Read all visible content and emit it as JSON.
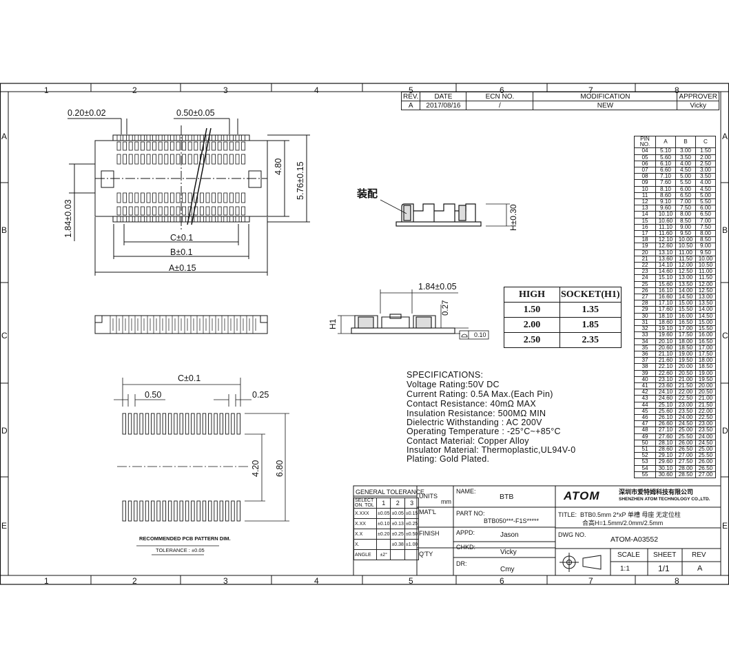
{
  "zones": {
    "columns": [
      "1",
      "2",
      "3",
      "4",
      "5",
      "6",
      "7",
      "8"
    ],
    "rows": [
      "A",
      "B",
      "C",
      "D",
      "E"
    ]
  },
  "revision": {
    "headers": [
      "REV.",
      "DATE",
      "ECN NO.",
      "MODIFICATION",
      "APPROVER"
    ],
    "row": [
      "A",
      "2017/08/16",
      "/",
      "NEW",
      "Vicky"
    ]
  },
  "dimensions": {
    "pitch_width": "0.20±0.02",
    "pitch": "0.50±0.05",
    "height_480": "4.80",
    "height_576": "5.76±0.15",
    "height_184": "1.84±0.03",
    "dim_c": "C±0.1",
    "dim_b": "B±0.1",
    "dim_a": "A±0.15",
    "assembly_label": "装配",
    "h_030": "H±0.30",
    "w_184": "1.84±0.05",
    "h_027": "0.27",
    "h1": "H1",
    "flatness": "0.10",
    "pcb_c": "C±0.1",
    "pcb_050": "0.50",
    "pcb_025": "0.25",
    "pcb_420": "4.20",
    "pcb_680": "6.80",
    "pcb_title": "RECOMMENDED PCB PATTERN DIM.",
    "pcb_tol": "TOLERANCE : ±0.05"
  },
  "socket_table": {
    "headers": [
      "HIGH",
      "SOCKET(H1)"
    ],
    "rows": [
      [
        "1.50",
        "1.35"
      ],
      [
        "2.00",
        "1.85"
      ],
      [
        "2.50",
        "2.35"
      ]
    ]
  },
  "specifications": [
    "SPECIFICATIONS:",
    "Voltage Rating:50V DC",
    "Current Rating: 0.5A Max.(Each Pin)",
    "Contact Resistance: 40mΩ MAX",
    "Insulation Resistance: 500MΩ MIN",
    "Dielectric Withstanding : AC 200V",
    "Operating Temperature : -25°C~+85°C",
    "Contact Material: Copper Alloy",
    "Insulator Material: Thermoplastic,UL94V-0",
    "Plating: Gold Plated."
  ],
  "pin_table": {
    "headers": [
      "PIN NO.",
      "A",
      "B",
      "C"
    ],
    "rows": [
      [
        "04",
        "5.10",
        "3.00",
        "1.50"
      ],
      [
        "05",
        "5.60",
        "3.50",
        "2.00"
      ],
      [
        "06",
        "6.10",
        "4.00",
        "2.50"
      ],
      [
        "07",
        "6.60",
        "4.50",
        "3.00"
      ],
      [
        "08",
        "7.10",
        "5.00",
        "3.50"
      ],
      [
        "09",
        "7.60",
        "5.50",
        "4.00"
      ],
      [
        "10",
        "8.10",
        "6.00",
        "4.50"
      ],
      [
        "11",
        "8.60",
        "6.50",
        "5.00"
      ],
      [
        "12",
        "9.10",
        "7.00",
        "5.50"
      ],
      [
        "13",
        "9.60",
        "7.50",
        "6.00"
      ],
      [
        "14",
        "10.10",
        "8.00",
        "6.50"
      ],
      [
        "15",
        "10.60",
        "8.50",
        "7.00"
      ],
      [
        "16",
        "11.10",
        "9.00",
        "7.50"
      ],
      [
        "17",
        "11.60",
        "9.50",
        "8.00"
      ],
      [
        "18",
        "12.10",
        "10.00",
        "8.50"
      ],
      [
        "19",
        "12.60",
        "10.50",
        "9.00"
      ],
      [
        "20",
        "13.10",
        "11.00",
        "9.50"
      ],
      [
        "21",
        "13.60",
        "11.50",
        "10.00"
      ],
      [
        "22",
        "14.10",
        "12.00",
        "10.50"
      ],
      [
        "23",
        "14.60",
        "12.50",
        "11.00"
      ],
      [
        "24",
        "15.10",
        "13.00",
        "11.50"
      ],
      [
        "25",
        "15.60",
        "13.50",
        "12.00"
      ],
      [
        "26",
        "16.10",
        "14.00",
        "12.50"
      ],
      [
        "27",
        "16.60",
        "14.50",
        "13.00"
      ],
      [
        "28",
        "17.10",
        "15.00",
        "13.50"
      ],
      [
        "29",
        "17.60",
        "15.50",
        "14.00"
      ],
      [
        "30",
        "18.10",
        "16.00",
        "14.50"
      ],
      [
        "31",
        "18.60",
        "16.50",
        "15.00"
      ],
      [
        "32",
        "19.10",
        "17.00",
        "15.50"
      ],
      [
        "33",
        "19.60",
        "17.50",
        "16.00"
      ],
      [
        "34",
        "20.10",
        "18.00",
        "16.50"
      ],
      [
        "35",
        "20.60",
        "18.50",
        "17.00"
      ],
      [
        "36",
        "21.10",
        "19.00",
        "17.50"
      ],
      [
        "37",
        "21.60",
        "19.50",
        "18.00"
      ],
      [
        "38",
        "22.10",
        "20.00",
        "18.50"
      ],
      [
        "39",
        "22.60",
        "20.50",
        "19.00"
      ],
      [
        "40",
        "23.10",
        "21.00",
        "19.50"
      ],
      [
        "41",
        "23.60",
        "21.50",
        "20.00"
      ],
      [
        "42",
        "24.10",
        "22.00",
        "20.50"
      ],
      [
        "43",
        "24.60",
        "22.50",
        "21.00"
      ],
      [
        "44",
        "25.10",
        "23.00",
        "21.50"
      ],
      [
        "45",
        "25.60",
        "23.50",
        "22.00"
      ],
      [
        "46",
        "26.10",
        "24.00",
        "22.50"
      ],
      [
        "47",
        "26.60",
        "24.50",
        "23.00"
      ],
      [
        "48",
        "27.10",
        "25.00",
        "23.50"
      ],
      [
        "49",
        "27.60",
        "25.50",
        "24.00"
      ],
      [
        "50",
        "28.10",
        "26.00",
        "24.50"
      ],
      [
        "51",
        "28.60",
        "26.50",
        "25.00"
      ],
      [
        "52",
        "29.10",
        "27.00",
        "25.50"
      ],
      [
        "53",
        "29.60",
        "27.50",
        "26.00"
      ],
      [
        "54",
        "30.10",
        "28.00",
        "26.50"
      ],
      [
        "55",
        "30.60",
        "28.50",
        "27.00"
      ]
    ]
  },
  "title_block": {
    "general_tolerance": "GENERAL TOLERANCE",
    "units": "UNITS",
    "mm": "mm",
    "select": "SELECT",
    "tol": "TOL",
    "on": "ON.",
    "cols": [
      "1",
      "2",
      "3"
    ],
    "tol_rows": [
      [
        "X.XXX",
        "±0.05",
        "±0.05",
        "±0.15"
      ],
      [
        "X.XX",
        "±0.10",
        "±0.13",
        "±0.25"
      ],
      [
        "X.X",
        "±0.20",
        "±0.25",
        "±0.50"
      ],
      [
        "X.",
        "",
        "±0.38",
        "±1.00"
      ],
      [
        "ANGLE",
        "±2°",
        "",
        ""
      ]
    ],
    "matl": "MAT'L",
    "finish": "FINISH",
    "qty": "Q'TY",
    "name_label": "NAME:",
    "name_value": "BTB",
    "part_no_label": "PART NO:",
    "part_no_value": "BTB050***-F1S*****",
    "appd_label": "APPD:",
    "appd_value": "Jason",
    "chkd_label": "CHKD:",
    "chkd_value": "Vicky",
    "dr_label": "DR:",
    "dr_value": "Cmy",
    "logo": "ATOM",
    "company_cn": "深圳市爱特姆科技有限公司",
    "company_en": "SHENZHEN ATOM TECHNOLOGY CO.,LTD.",
    "title_label": "TITLE:",
    "title_line1": "BTB0.5mm 2*xP 单槽 母座 无定位柱",
    "title_line2": "合高H=1.5mm/2.0mm/2.5mm",
    "dwg_label": "DWG NO.",
    "dwg_value": "ATOM-A03552",
    "scale_label": "SCALE",
    "scale_value": "1:1",
    "sheet_label": "SHEET",
    "sheet_value": "1/1",
    "rev_label": "REV",
    "rev_value": "A"
  }
}
